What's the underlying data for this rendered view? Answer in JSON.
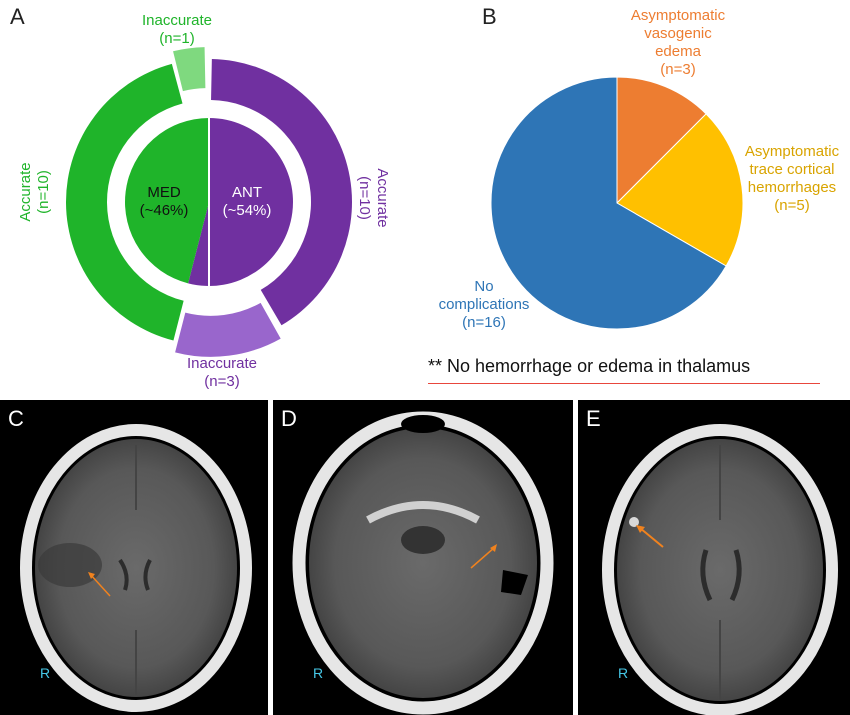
{
  "panels": {
    "a_letter": "A",
    "b_letter": "B",
    "c_letter": "C",
    "d_letter": "D",
    "e_letter": "E"
  },
  "note": "** No hemorrhage or edema in thalamus",
  "ct_labels": {
    "c_r": "R",
    "d_r": "R",
    "e_r": "R"
  },
  "colors": {
    "med": "#1fb42a",
    "med_inaccurate": "#7fd97f",
    "ant": "#7030a0",
    "ant_inaccurate": "#9966cc",
    "blue": "#2e75b6",
    "orange": "#ed7d31",
    "gold": "#ffc000",
    "arrow": "#f0821e",
    "ct_label": "#46c7e6"
  },
  "chart_data": [
    {
      "panel": "A",
      "type": "pie",
      "inner": [
        {
          "label": "MED",
          "pct_label": "(~46%)",
          "value": 46,
          "color": "#1fb42a"
        },
        {
          "label": "ANT",
          "pct_label": "(~54%)",
          "value": 54,
          "color": "#7030a0"
        }
      ],
      "outer": [
        {
          "group": "MED",
          "label": "Accurate",
          "count": "(n=10)",
          "value": 10,
          "color": "#1fb42a"
        },
        {
          "group": "MED",
          "label": "Inaccurate",
          "count": "(n=1)",
          "value": 1,
          "color": "#7fd97f"
        },
        {
          "group": "ANT",
          "label": "Accurate",
          "count": "(n=10)",
          "value": 10,
          "color": "#7030a0"
        },
        {
          "group": "ANT",
          "label": "Inaccurate",
          "count": "(n=3)",
          "value": 3,
          "color": "#9966cc"
        }
      ]
    },
    {
      "panel": "B",
      "type": "pie",
      "slices": [
        {
          "label": [
            "Asymptomatic",
            "vasogenic",
            "edema"
          ],
          "count": "(n=3)",
          "value": 3,
          "color": "#ed7d31"
        },
        {
          "label": [
            "Asymptomatic",
            "trace cortical",
            "hemorrhages"
          ],
          "count": "(n=5)",
          "value": 5,
          "color": "#ffc000"
        },
        {
          "label": [
            "No",
            "complications"
          ],
          "count": "(n=16)",
          "value": 16,
          "color": "#2e75b6"
        }
      ]
    }
  ]
}
